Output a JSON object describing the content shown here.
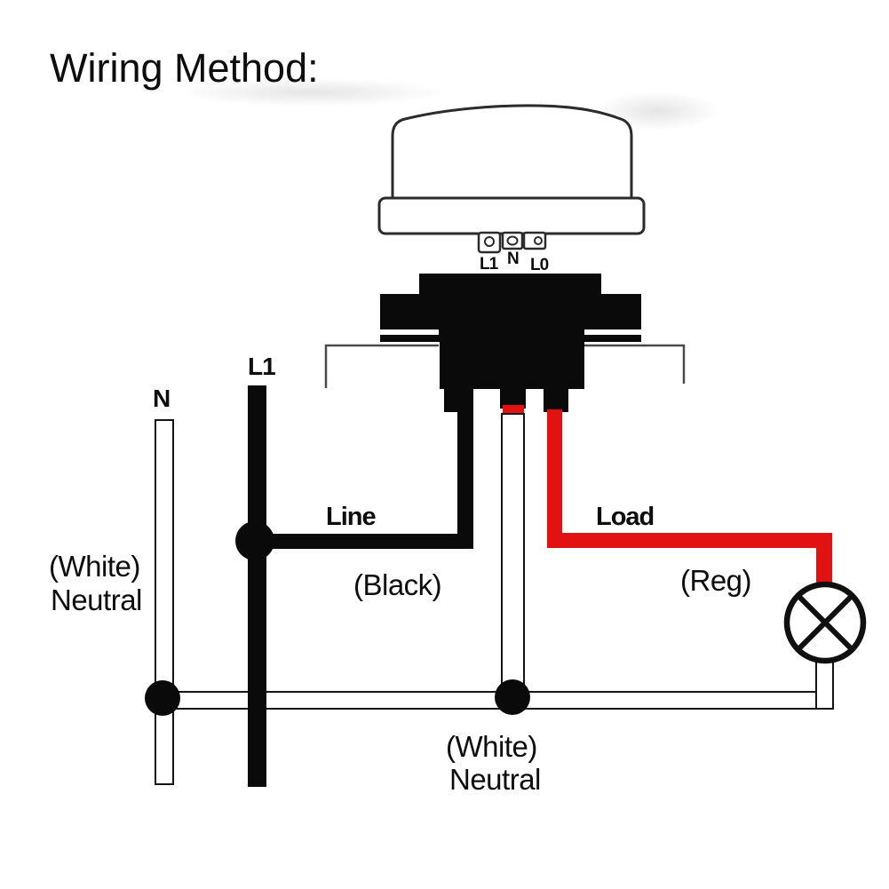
{
  "title": {
    "text": "Wiring Method:"
  },
  "device": {
    "name": "photocell-sensor",
    "terminals": [
      {
        "label": "L1"
      },
      {
        "label": "N"
      },
      {
        "label": "L0"
      }
    ]
  },
  "wires": {
    "neutral_top_label": "N",
    "l1_top_label": "L1",
    "line_label": "Line",
    "load_label": "Load"
  },
  "annotations": {
    "left_color": "(White)",
    "left_name": "Neutral",
    "line_color": "(Black)",
    "load_color": "(Reg)",
    "bottom_color": "(White)",
    "bottom_name": "Neutral"
  },
  "colors": {
    "title_blue": "#1e1ccd",
    "wire_red": "#e31212",
    "wire_black": "#0a0a0a"
  }
}
